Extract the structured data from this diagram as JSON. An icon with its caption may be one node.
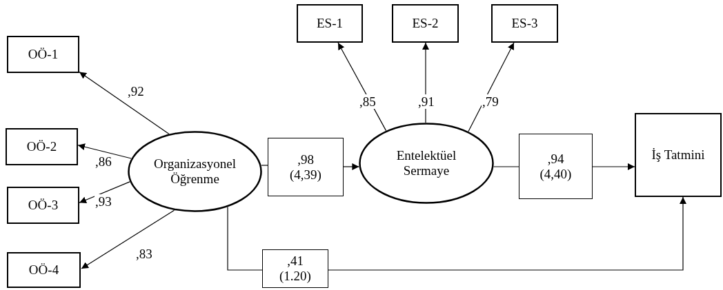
{
  "diagram": {
    "nodes": [
      {
        "text": [
          "OÖ-1"
        ]
      },
      {
        "text": [
          "OÖ-2"
        ]
      },
      {
        "text": [
          "OÖ-3"
        ]
      },
      {
        "text": [
          "OÖ-4"
        ]
      },
      {
        "text": [
          "Organizasyonel Öğrenme"
        ]
      },
      {
        "text": [
          "ES-1"
        ]
      },
      {
        "text": [
          "ES-2"
        ]
      },
      {
        "text": [
          "ES-3"
        ]
      },
      {
        "text": [
          "Entelektüel Sermaye"
        ]
      },
      {
        "text": [
          ",98 (4,39)"
        ]
      },
      {
        "text": [
          ",94 (4,40)"
        ]
      },
      {
        "text": [
          "İş Tatmini"
        ]
      },
      {
        "text": [
          ",41 (1.20)"
        ]
      }
    ],
    "edges": [
      {
        "from": 4,
        "to": 0,
        "arrow": "to",
        "label": ",92"
      },
      {
        "from": 4,
        "to": 1,
        "arrow": "to",
        "label": ",86"
      },
      {
        "from": 4,
        "to": 2,
        "arrow": "to",
        "label": ",93"
      },
      {
        "from": 4,
        "to": 3,
        "arrow": "to",
        "label": ",83"
      },
      {
        "from": 8,
        "to": 5,
        "arrow": "to",
        "label": ",85"
      },
      {
        "from": 8,
        "to": 6,
        "arrow": "to",
        "label": ",91"
      },
      {
        "from": 8,
        "to": 7,
        "arrow": "to",
        "label": ",79"
      },
      {
        "from": 4,
        "to": 9,
        "arrow": "none"
      },
      {
        "from": 9,
        "to": 8,
        "arrow": "to"
      },
      {
        "from": 8,
        "to": 10,
        "arrow": "none"
      },
      {
        "from": 10,
        "to": 11,
        "arrow": "to"
      },
      {
        "from": 4,
        "to": 12,
        "arrow": "none"
      },
      {
        "from": 12,
        "to": 11,
        "arrow": "to"
      }
    ]
  }
}
